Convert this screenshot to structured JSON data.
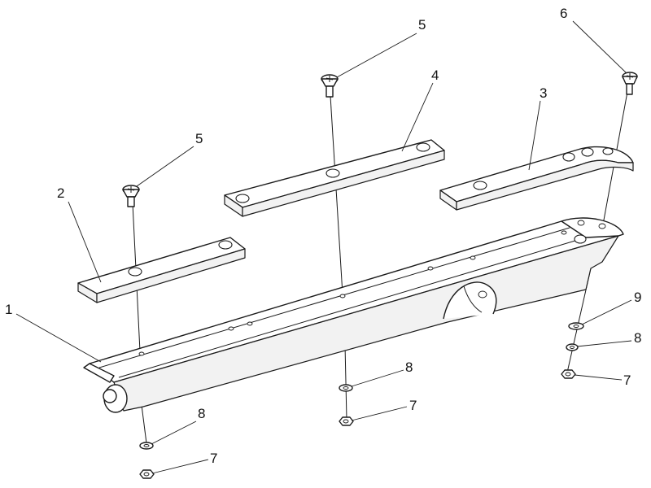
{
  "diagram": {
    "callouts": [
      {
        "id": "c1",
        "label": "1"
      },
      {
        "id": "c2",
        "label": "2"
      },
      {
        "id": "c3",
        "label": "3"
      },
      {
        "id": "c4",
        "label": "4"
      },
      {
        "id": "c5a",
        "label": "5"
      },
      {
        "id": "c5b",
        "label": "5"
      },
      {
        "id": "c6",
        "label": "6"
      },
      {
        "id": "c7a",
        "label": "7"
      },
      {
        "id": "c7b",
        "label": "7"
      },
      {
        "id": "c7c",
        "label": "7"
      },
      {
        "id": "c8a",
        "label": "8"
      },
      {
        "id": "c8b",
        "label": "8"
      },
      {
        "id": "c8c",
        "label": "8"
      },
      {
        "id": "c9",
        "label": "9"
      }
    ],
    "colors": {
      "line": "#1a1a1a",
      "background": "#ffffff"
    }
  }
}
